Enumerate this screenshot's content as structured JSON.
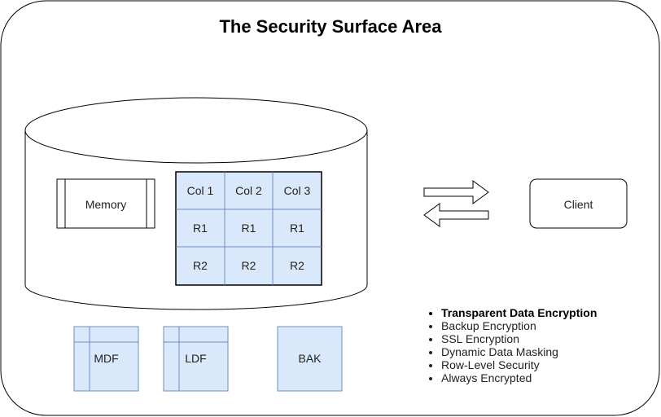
{
  "title": "The Security Surface Area",
  "memory_label": "Memory",
  "client_label": "Client",
  "table": {
    "headers": [
      "Col 1",
      "Col 2",
      "Col 3"
    ],
    "rows": [
      [
        "R1",
        "R1",
        "R1"
      ],
      [
        "R2",
        "R2",
        "R2"
      ]
    ]
  },
  "files": [
    "MDF",
    "LDF",
    "BAK"
  ],
  "features": [
    "Transparent Data Encryption",
    "Backup Encryption",
    "SSL Encryption",
    "Dynamic Data Masking",
    "Row-Level Security",
    "Always Encrypted"
  ],
  "colors": {
    "table_fill": "#dae8fc",
    "table_stroke": "#6c8ebf",
    "outline": "#000000"
  }
}
